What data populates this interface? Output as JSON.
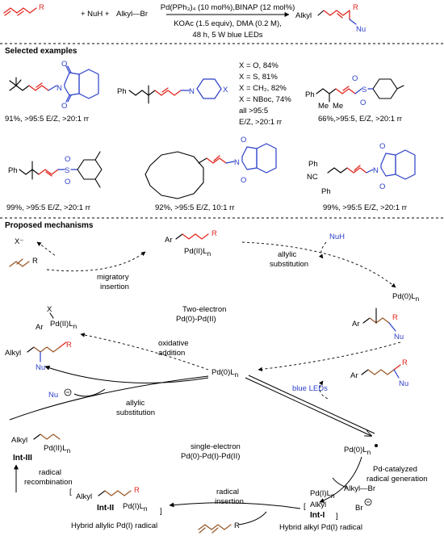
{
  "reaction": {
    "plus_nuh": "+ NuH +",
    "alkyl_br": "Alkyl—Br",
    "r_label": "R",
    "conditions_line1": "Pd(PPh₃)₄ (10 mol%),BINAP (12 mol%)",
    "conditions_line2": "KOAc (1.5 equiv), DMA (0.2 M),",
    "conditions_line3": "48 h, 5 W blue LEDs",
    "product_alkyl": "Alkyl",
    "product_r": "R",
    "product_nu": "Nu"
  },
  "sections": {
    "selected_examples": "Selected examples",
    "proposed_mechanisms": "Proposed mechanisms"
  },
  "examples": {
    "ex1_yield": "91%, >95:5 E/Z, >20:1 rr",
    "ex2_x_o": "X = O, 84%",
    "ex2_x_s": "X = S, 81%",
    "ex2_x_ch2": "X = CH₂, 82%",
    "ex2_x_nboc": "X = NBoc, 74%",
    "ex2_all": "all >95:5",
    "ex2_ez": "E/Z, >20:1 rr",
    "ex2_ph": "Ph",
    "ex2_x": "X",
    "ex2_n": "N",
    "ex3_yield": "66%,>95:5, E/Z, >20:1 rr",
    "ex3_ph": "Ph",
    "ex3_me1": "Me",
    "ex3_me2": "Me",
    "ex4_yield": "99%, >95:5 E/Z, >20:1 rr",
    "ex4_ph": "Ph",
    "ex5_yield": "92%, >95:5 E/Z, 10:1 rr",
    "ex6_yield": "99%, >95:5 E/Z, >20:1 rr",
    "ex6_ph1": "Ph",
    "ex6_ph2": "Ph",
    "ex6_nc": "NC",
    "n_atom": "N",
    "o_atom": "O",
    "s_atom": "S"
  },
  "mechanism": {
    "x_minus": "X⁻",
    "r": "R",
    "migratory_insertion_1": "migratory",
    "migratory_insertion_2": "insertion",
    "top_ar": "Ar",
    "top_pd": "Pd(II)L",
    "top_n": "n",
    "nuh": "NuH",
    "allylic_sub_1": "allylic",
    "allylic_sub_2": "substitution",
    "two_electron_1": "Two-electron",
    "two_electron_2": "Pd(0)-Pd(II)",
    "arpd_x": "X",
    "arpd_ar": "Ar",
    "arpd_pd": "Pd(II)L",
    "arpd_n": "n",
    "right_pd0": "Pd(0)L",
    "right_n": "n",
    "right_ar": "Ar",
    "right_r": "R",
    "right_nu": "Nu",
    "oxadd_1": "oxidative",
    "oxadd_2": "addition",
    "prod_ar": "Ar",
    "prod_r": "R",
    "prod_nu": "Nu",
    "left_alkyl": "Alkyl",
    "left_r": "R",
    "left_nu": "Nu",
    "center_pd0": "Pd(0)L",
    "center_n": "n",
    "nu_minus": "Nu",
    "allylic_sub2_1": "allylic",
    "allylic_sub2_2": "substitution",
    "blue_leds": "blue LEDs",
    "int3_alkyl": "Alkyl",
    "int3_pd": "Pd(II)L",
    "int3_n": "n",
    "int3_label": "Int-III",
    "pd0_star": "Pd(0)L",
    "pd0_star_n": "n",
    "radical_recomb_1": "radical",
    "radical_recomb_2": "recombination",
    "single_electron_1": "single-electron",
    "single_electron_2": "Pd(0)-Pd(I)-Pd(II)",
    "pd_cat_1": "Pd-catalyzed",
    "pd_cat_2": "radical generation",
    "alkyl_br": "Alkyl—Br",
    "int2_alkyl": "Alkyl",
    "int2_label": "Int-II",
    "int2_pd": "Pd(I)L",
    "int2_n": "n",
    "int2_r": "R",
    "radical_insertion_1": "radical",
    "radical_insertion_2": "insertion",
    "int1_pd": "Pd(I)L",
    "int1_n": "n",
    "int1_alkyl": "Alkyl",
    "int1_label": "Int-I",
    "br_minus": "Br",
    "hybrid_allylic": "Hybrid allylic Pd(I) radical",
    "hybrid_alkyl": "Hybrid alkyl Pd(I) radical",
    "bottom_r": "R"
  }
}
